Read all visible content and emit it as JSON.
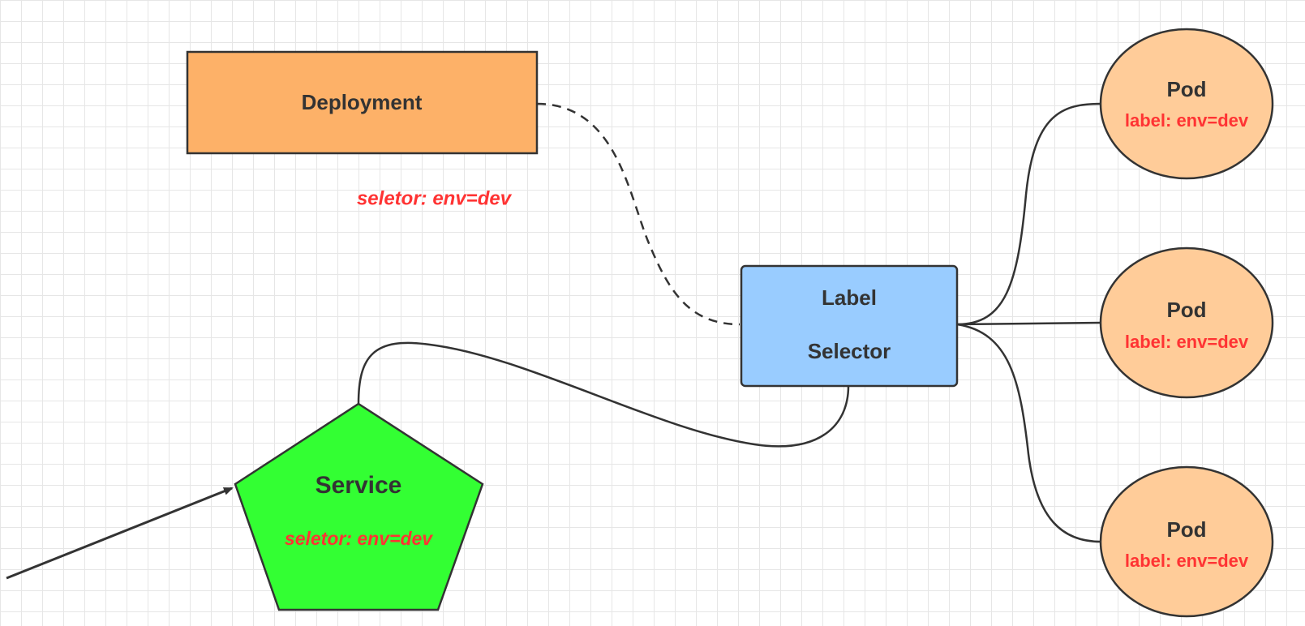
{
  "colors": {
    "grid": "#e6e6e6",
    "stroke": "#333333",
    "label_red": "#ff3333",
    "deployment_fill": "#fdb168",
    "label_selector_fill": "#99ccff",
    "service_fill": "#33ff33",
    "pod_fill": "#ffcc99"
  },
  "deployment": {
    "title": "Deployment",
    "selector": "seletor:  env=dev"
  },
  "label_selector": {
    "line1": "Label",
    "line2": "Selector"
  },
  "service": {
    "title": "Service",
    "selector": "seletor:  env=dev"
  },
  "pods": [
    {
      "title": "Pod",
      "label": "label: env=dev"
    },
    {
      "title": "Pod",
      "label": "label: env=dev"
    },
    {
      "title": "Pod",
      "label": "label: env=dev"
    }
  ]
}
